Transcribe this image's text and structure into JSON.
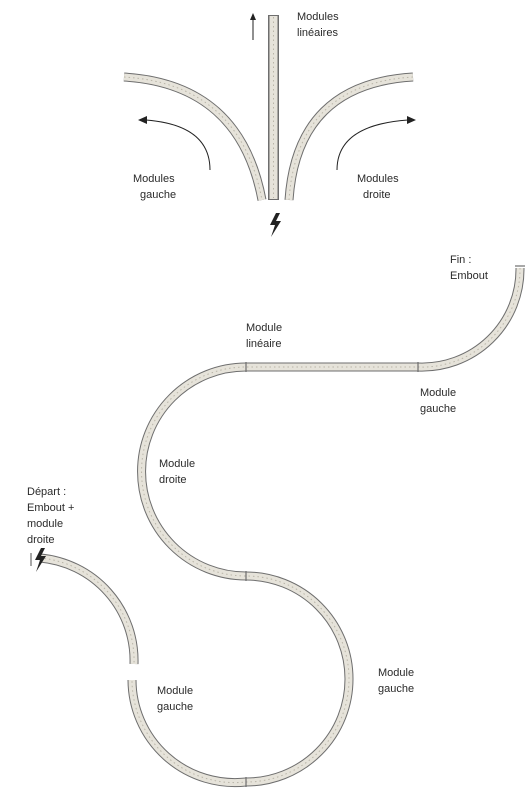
{
  "top": {
    "linear": {
      "line1": "Modules",
      "line2": "linéaires"
    },
    "left": {
      "line1": "Modules",
      "line2": "gauche"
    },
    "right": {
      "line1": "Modules",
      "line2": "droite"
    }
  },
  "track": {
    "end": {
      "line1": "Fin :",
      "line2": "Embout"
    },
    "linear": {
      "line1": "Module",
      "line2": "linéaire"
    },
    "left_top": {
      "line1": "Module",
      "line2": "gauche"
    },
    "right_mid": {
      "line1": "Module",
      "line2": "droite"
    },
    "start": {
      "line1": "Départ :",
      "line2": "Embout +",
      "line3": "module",
      "line4": "droite"
    },
    "left_bottom": {
      "line1": "Module",
      "line2": "gauche"
    },
    "left_small": {
      "line1": "Module",
      "line2": "gauche"
    }
  },
  "icons": [
    "lightning-bolt-icon",
    "arrow-up-icon",
    "curved-arrow-left-icon",
    "curved-arrow-right-icon"
  ]
}
